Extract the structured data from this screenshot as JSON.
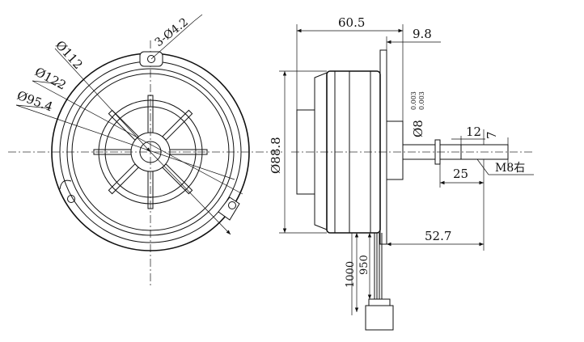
{
  "front_view": {
    "labels": {
      "hole_spec": "3-Ø4.2",
      "dia_112": "Ø112",
      "dia_122": "Ø122",
      "dia_95_4": "Ø95.4"
    }
  },
  "side_view": {
    "labels": {
      "overall_length": "60.5",
      "flange_offset": "9.8",
      "body_diameter": "Ø88.8",
      "shaft_diameter": "Ø8",
      "shaft_tol_upper": "0.003",
      "shaft_tol_lower": "0.003",
      "shaft_step": "12",
      "shaft_flat": "7",
      "shaft_length": "25",
      "thread_spec": "M8右",
      "mount_to_shaft_end": "52.7",
      "lead_length_outer": "1000",
      "lead_length_inner": "950"
    }
  }
}
